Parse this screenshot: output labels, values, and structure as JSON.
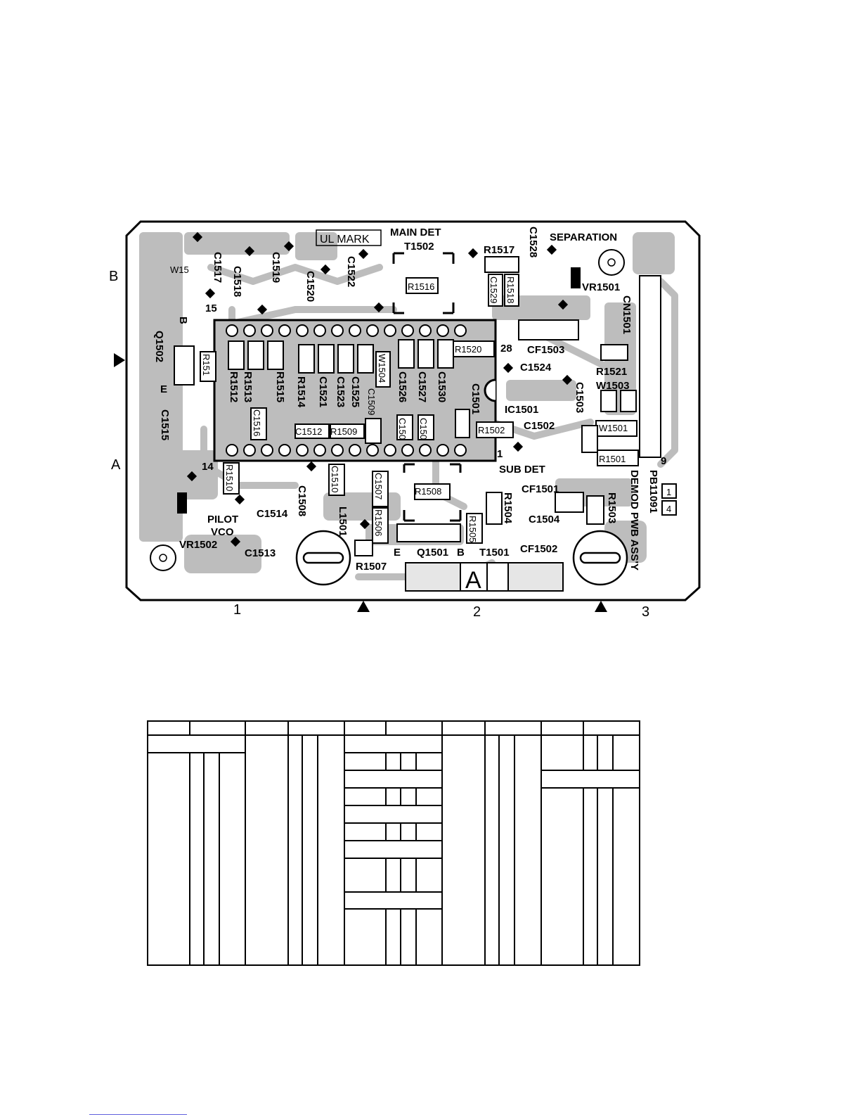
{
  "labels": {
    "ul_mark": "UL MARK",
    "main_det": "MAIN DET",
    "t1502": "T1502",
    "separation": "SEPARATION",
    "r1517": "R1517",
    "c1528": "C1528",
    "vr1501": "VR1501",
    "cn1501": "CN1501",
    "w15": "W15",
    "c1517": "C1517",
    "c1518": "C1518",
    "c1519": "C1519",
    "c1520": "C1520",
    "c1522": "C1522",
    "r1516": "R1516",
    "c1529": "C1529",
    "r1518": "R1518",
    "pin15": "15",
    "q1502": "Q1502",
    "b_mark": "B",
    "e_mark": "E",
    "r151": "R151",
    "r1512": "R1512",
    "r1513": "R1513",
    "r1515": "R1515",
    "r1514": "R1514",
    "c1521": "C1521",
    "c1523": "C1523",
    "c1525": "C1525",
    "w1504": "W1504",
    "c1526": "C1526",
    "c1527": "C1527",
    "c1530": "C1530",
    "r1520": "R1520",
    "pin28": "28",
    "cf1503": "CF1503",
    "c1524": "C1524",
    "r1521": "R1521",
    "w1503": "W1503",
    "c1501": "C1501",
    "ic1501": "IC1501",
    "c1503": "C1503",
    "c1515": "C1515",
    "c1516": "C1516",
    "c1512": "C1512",
    "r1509": "R1509",
    "c1509": "C1509",
    "c150a": "C150",
    "c150b": "C150",
    "r1502": "R1502",
    "c1502": "C1502",
    "w1501": "W1501",
    "r1501": "R1501",
    "pin1": "1",
    "pin9": "9",
    "sub_det": "SUB DET",
    "pin14": "14",
    "r1510": "R1510",
    "c1510": "C1510",
    "c1507": "C1507",
    "r1508": "R1508",
    "r1504": "R1504",
    "cf1501": "CF1501",
    "r1503": "R1503",
    "pb11091": "PB11091",
    "demod": "DEMOD PWB ASS'Y",
    "c1514": "C1514",
    "c1508": "C1508",
    "l1501": "L1501",
    "r1506": "R1506",
    "r1505": "R1505",
    "c1504": "C1504",
    "pilot": "PILOT",
    "vco": "VCO",
    "vr1502": "VR1502",
    "c1513": "C1513",
    "r1507": "R1507",
    "e2": "E",
    "q1501": "Q1501",
    "b2": "B",
    "t1501": "T1501",
    "cf1502": "CF1502",
    "a_mark": "A",
    "box1": "1",
    "box4": "4"
  },
  "grid": {
    "row_b": "B",
    "row_a": "A",
    "col_1": "1",
    "col_2": "2",
    "col_3": "3"
  }
}
